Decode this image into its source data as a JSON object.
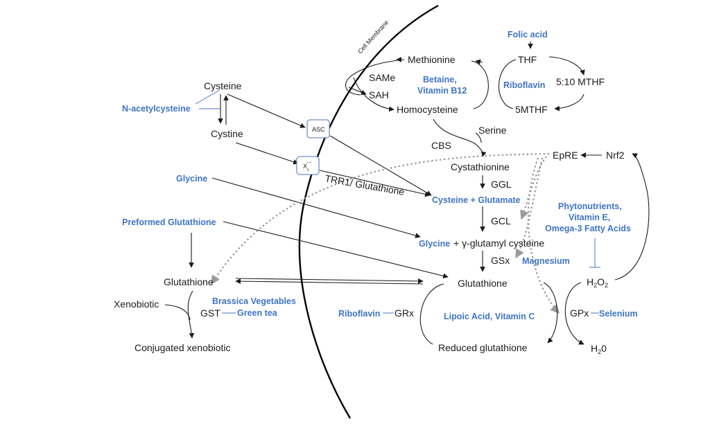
{
  "membrane_label": "Cell Membrane",
  "nodes": {
    "methionine": "Methionine",
    "thf": "THF",
    "same": "SAMe",
    "sah": "SAH",
    "homocysteine": "Homocysteine",
    "mthf_510": "5:10 MTHF",
    "mthf_5": "5MTHF",
    "cysteine": "Cysteine",
    "cystine": "Cystine",
    "serine": "Serine",
    "cbs": "CBS",
    "epre": "EpRE",
    "nrf2": "Nrf2",
    "cystathionine": "Cystathionine",
    "ggl": "GGL",
    "gcl": "GCL",
    "gamma_glutamyl": "+ γ-glutamyl cysteine",
    "gsx": "GSx",
    "glutathione_in": "Glutathione",
    "glutathione_out": "Glutathione",
    "xenobiotic": "Xenobiotic",
    "gst": "GST",
    "conjugated": "Conjugated xenobiotic",
    "grx": "GRx",
    "reduced_glutathione": "Reduced glutathione",
    "gpx": "GPx",
    "trr1": "TRR1/ Glutathione"
  },
  "nutrients": {
    "folic_acid": "Folic acid",
    "betaine": "Betaine,",
    "vitamin_b12": "Vitamin B12",
    "riboflavin_folate": "Riboflavin",
    "nac": "N-acetylcysteine",
    "glycine_out": "Glycine",
    "preformed": "Preformed Glutathione",
    "cys_glu": "Cysteine + Glutamate",
    "glycine_in": "Glycine",
    "phyto1": "Phytonutrients,",
    "phyto2": "Vitamin E,",
    "phyto3": "Omega-3 Fatty Acids",
    "magnesium": "Magnesium",
    "brassica": "Brassica Vegetables",
    "green_tea": "Green tea",
    "riboflavin_grx": "Riboflavin",
    "lipoic": "Lipoic Acid, Vitamin C",
    "selenium": "Selenium"
  },
  "transporters": {
    "asc": "ASC",
    "xc": "X",
    "xc_sub": "c",
    "xc_sup": "—"
  },
  "chem": {
    "h2o2_h": "H",
    "h2o2_2a": "2",
    "h2o2_o": "O",
    "h2o2_2b": "2",
    "h2o_h": "H",
    "h2o_2": "2",
    "h2o_o": "0"
  }
}
